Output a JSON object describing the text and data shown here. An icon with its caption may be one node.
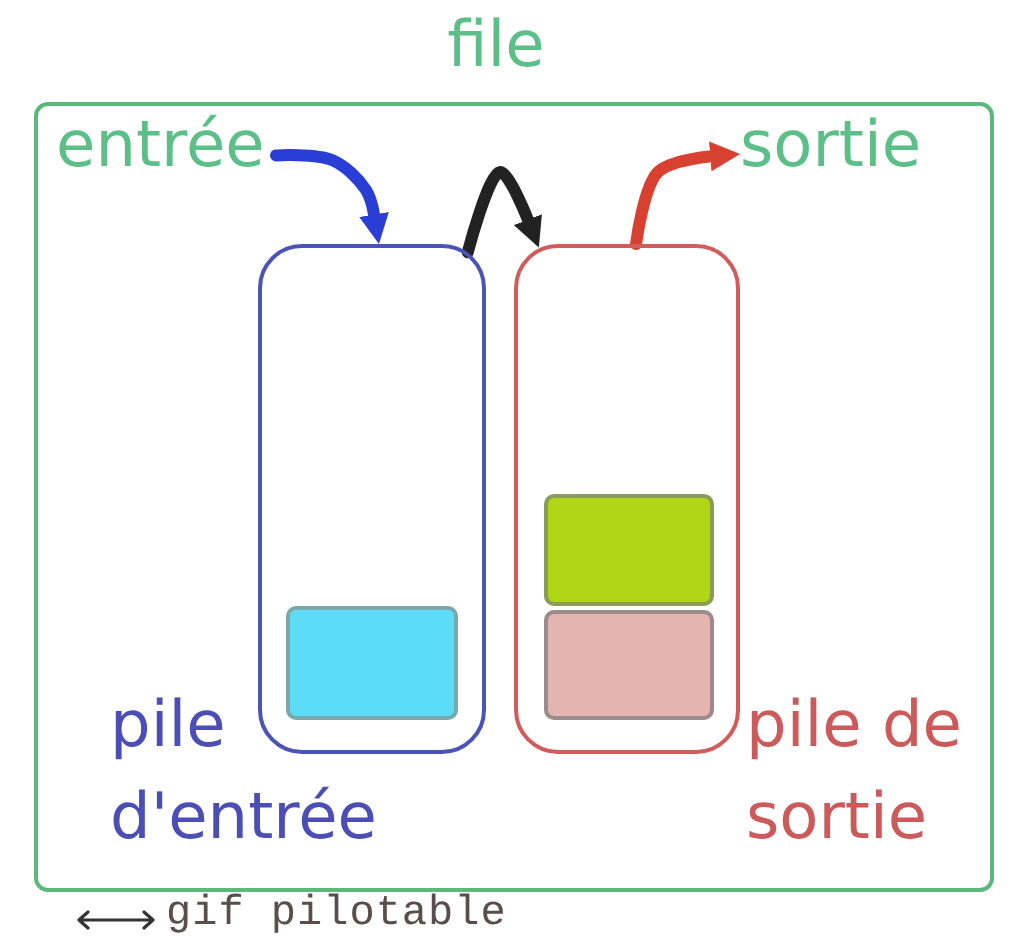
{
  "diagram": {
    "nodes": [
      {
        "text": [
          "file"
        ]
      },
      {
        "text": [
          "entrée"
        ],
        "in": 0
      },
      {
        "text": [
          "sortie"
        ],
        "in": 0
      },
      {
        "text": [
          "pile d'entrée"
        ],
        "in": 0
      },
      {
        "text": [],
        "shape": "box",
        "in": 3
      },
      {
        "text": [
          "pile de sortie"
        ],
        "in": 0
      },
      {
        "text": [],
        "shape": "box",
        "in": 5
      },
      {
        "text": [],
        "shape": "box",
        "in": 5
      }
    ],
    "edges": [
      {
        "from": 1,
        "to": 3,
        "arrow": "to",
        "color": "#2a3dd4"
      },
      {
        "from": 3,
        "to": 5,
        "arrow": "to",
        "color": "#222222"
      },
      {
        "from": 5,
        "to": 2,
        "arrow": "to",
        "color": "#d8402f"
      }
    ],
    "labels": [
      "gif pilotable"
    ]
  }
}
